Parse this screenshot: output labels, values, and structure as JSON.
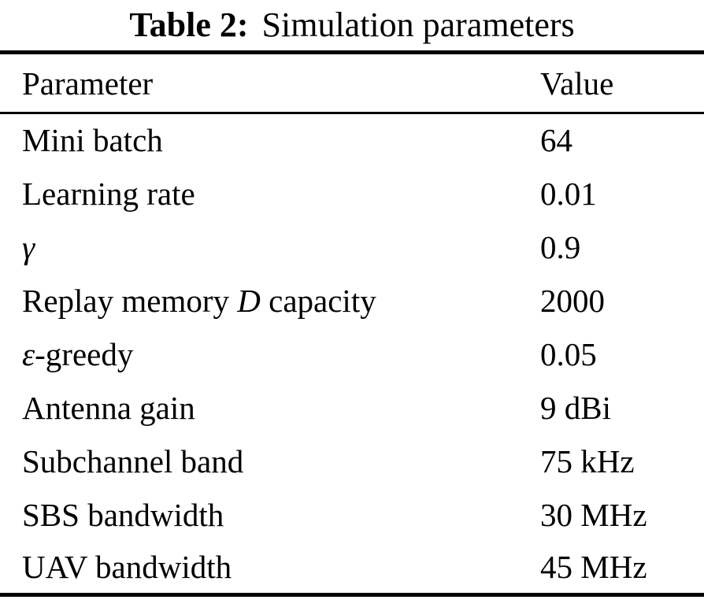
{
  "caption": {
    "label": "Table 2:",
    "text": "Simulation parameters"
  },
  "table": {
    "headers": [
      "Parameter",
      "Value"
    ],
    "rows": [
      {
        "param_pre": "Mini batch",
        "param_math": "",
        "param_post": "",
        "value": "64"
      },
      {
        "param_pre": "Learning rate",
        "param_math": "",
        "param_post": "",
        "value": "0.01"
      },
      {
        "param_pre": "",
        "param_math": "γ",
        "param_post": "",
        "value": "0.9"
      },
      {
        "param_pre": "Replay memory ",
        "param_math": "D",
        "param_post": " capacity",
        "value": "2000"
      },
      {
        "param_pre": "",
        "param_math": "ε",
        "param_post": "-greedy",
        "value": "0.05"
      },
      {
        "param_pre": "Antenna gain",
        "param_math": "",
        "param_post": "",
        "value": "9 dBi"
      },
      {
        "param_pre": "Subchannel band",
        "param_math": "",
        "param_post": "",
        "value": "75 kHz"
      },
      {
        "param_pre": "SBS bandwidth",
        "param_math": "",
        "param_post": "",
        "value": "30 MHz"
      },
      {
        "param_pre": "UAV bandwidth",
        "param_math": "",
        "param_post": "",
        "value": "45 MHz"
      }
    ]
  },
  "colors": {
    "background": "#ffffff",
    "text": "#000000",
    "rule": "#000000"
  }
}
